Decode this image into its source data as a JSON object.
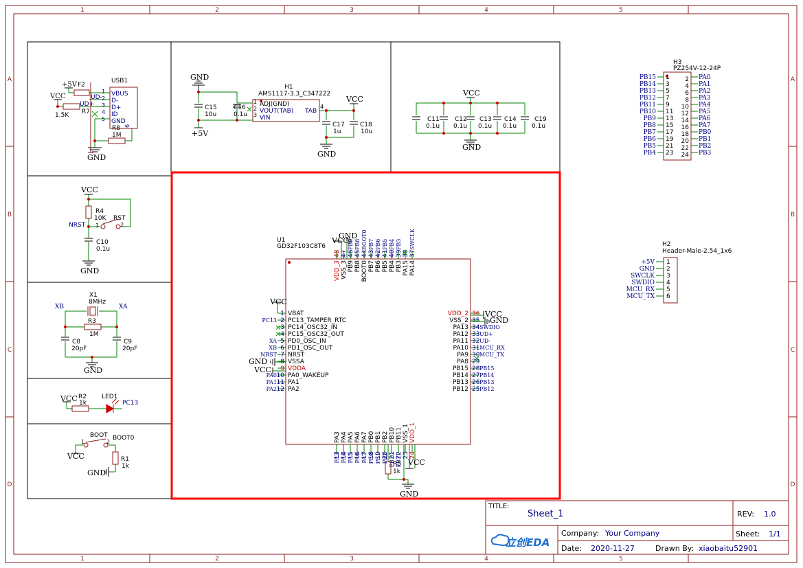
{
  "frame": {
    "col_labels": [
      "1",
      "2",
      "3",
      "4",
      "5"
    ],
    "row_labels": [
      "A",
      "B",
      "C",
      "D"
    ]
  },
  "usb": {
    "ref": "USB1",
    "fuse": "F2",
    "pwr": "+5V",
    "vcc": "VCC",
    "gnd": "GND",
    "pins": [
      "VBUS",
      "D-",
      "D+",
      "ID",
      "GND"
    ],
    "pin_nums": [
      "1",
      "2",
      "3",
      "4",
      "5",
      "6"
    ],
    "nets": [
      "UD-",
      "UD+"
    ],
    "r7": "R7",
    "r7_val": "1.5K",
    "r8": "R8",
    "r8_val": "1M"
  },
  "ldo": {
    "ref": "H1",
    "part": "AMS1117-3.3_C347222",
    "gnd": "GND",
    "pwr": "+5V",
    "vcc": "VCC",
    "pins": [
      "ADJ(GND)",
      "VOUT(TAB)",
      "VIN",
      "TAB"
    ],
    "pin_nums": [
      "1",
      "2",
      "3",
      "4"
    ],
    "c15": "C15",
    "c15_val": "10u",
    "c16": "C16",
    "c16_val": "0.1u",
    "c17": "C17",
    "c17_val": "1u",
    "c18": "C18",
    "c18_val": "10u"
  },
  "decoupling": {
    "vcc": "VCC",
    "gnd": "GND",
    "caps": [
      {
        "ref": "C11",
        "val": "0.1u"
      },
      {
        "ref": "C12",
        "val": "0.1u"
      },
      {
        "ref": "C13",
        "val": "0.1u"
      },
      {
        "ref": "C14",
        "val": "0.1u"
      },
      {
        "ref": "C19",
        "val": "0.1u"
      }
    ]
  },
  "h3": {
    "ref": "H3",
    "part": "PZ254V-12-24P",
    "left": [
      {
        "net": "PB15",
        "pin": "1"
      },
      {
        "net": "PB14",
        "pin": "3"
      },
      {
        "net": "PB13",
        "pin": "5"
      },
      {
        "net": "PB12",
        "pin": "7"
      },
      {
        "net": "PB11",
        "pin": "9"
      },
      {
        "net": "PB10",
        "pin": "11"
      },
      {
        "net": "PB9",
        "pin": "13"
      },
      {
        "net": "PB8",
        "pin": "15"
      },
      {
        "net": "PB7",
        "pin": "17"
      },
      {
        "net": "PB6",
        "pin": "19"
      },
      {
        "net": "PB5",
        "pin": "21"
      },
      {
        "net": "PB4",
        "pin": "23"
      }
    ],
    "right": [
      {
        "net": "PA0",
        "pin": "2"
      },
      {
        "net": "PA1",
        "pin": "4"
      },
      {
        "net": "PA2",
        "pin": "6"
      },
      {
        "net": "PA3",
        "pin": "8"
      },
      {
        "net": "PA4",
        "pin": "10"
      },
      {
        "net": "PA5",
        "pin": "12"
      },
      {
        "net": "PA6",
        "pin": "14"
      },
      {
        "net": "PA7",
        "pin": "16"
      },
      {
        "net": "PB0",
        "pin": "18"
      },
      {
        "net": "PB1",
        "pin": "20"
      },
      {
        "net": "PB2",
        "pin": "22"
      },
      {
        "net": "PB3",
        "pin": "24"
      }
    ]
  },
  "reset": {
    "vcc": "VCC",
    "gnd": "GND",
    "r4": "R4",
    "r4_val": "10K",
    "sw": "RST",
    "net": "NRST",
    "pin1": "1",
    "pin2": "2",
    "c10": "C10",
    "c10_val": "0.1u"
  },
  "osc": {
    "ref": "X1",
    "freq": "8MHz",
    "xb": "XB",
    "xa": "XA",
    "r3": "R3",
    "r3_val": "1M",
    "c8": "C8",
    "c8_val": "20pF",
    "c9": "C9",
    "c9_val": "20pF",
    "gnd": "GND"
  },
  "led": {
    "vcc": "VCC",
    "r2": "R2",
    "r2_val": "1k",
    "ref": "LED1",
    "net": "PC13"
  },
  "boot": {
    "sw": "BOOT",
    "net": "BOOT0",
    "pin1": "1",
    "pin2": "2",
    "vcc": "VCC",
    "r1": "R1",
    "r1_val": "1k",
    "gnd": "GND"
  },
  "mcu": {
    "ref": "U1",
    "part": "GD32F103C8T6",
    "vcc": "VCC",
    "gnd": "GND",
    "top": [
      {
        "num": "48",
        "name": "VDD_3",
        "red": true
      },
      {
        "num": "47",
        "name": "VSS_3",
        "red": false
      },
      {
        "num": "46",
        "name": "PB9",
        "red": false,
        "net": "PB9"
      },
      {
        "num": "45",
        "name": "PB8",
        "red": false,
        "net": "PB8"
      },
      {
        "num": "44",
        "name": "BOOT0",
        "red": false,
        "net": "BOOT0"
      },
      {
        "num": "43",
        "name": "PB7",
        "red": false,
        "net": "PB7"
      },
      {
        "num": "42",
        "name": "PB6",
        "red": false,
        "net": "PB6"
      },
      {
        "num": "41",
        "name": "PB5",
        "red": false,
        "net": "PB5"
      },
      {
        "num": "40",
        "name": "PB4",
        "red": false,
        "net": "PB4"
      },
      {
        "num": "39",
        "name": "PB3",
        "red": false,
        "net": "PB3"
      },
      {
        "num": "38",
        "name": "PA15",
        "red": false,
        "net": ""
      },
      {
        "num": "37",
        "name": "PA14",
        "red": false,
        "net": "SWCLK"
      }
    ],
    "left": [
      {
        "num": "1",
        "name": "VBAT",
        "red": false,
        "net": "VCC"
      },
      {
        "num": "2",
        "name": "PC13_TAMPER_RTC",
        "red": false,
        "net": "PC13"
      },
      {
        "num": "3",
        "name": "PC14_OSC32_IN",
        "red": false,
        "net": ""
      },
      {
        "num": "4",
        "name": "PC15_OSC32_OUT",
        "red": false,
        "net": ""
      },
      {
        "num": "5",
        "name": "PD0_OSC_IN",
        "red": false,
        "net": "XA"
      },
      {
        "num": "6",
        "name": "PD1_OSC_OUT",
        "red": false,
        "net": "XB"
      },
      {
        "num": "7",
        "name": "NRST",
        "red": false,
        "net": "NRST"
      },
      {
        "num": "8",
        "name": "VSSA",
        "red": false,
        "net": "GND"
      },
      {
        "num": "9",
        "name": "VDDA",
        "red": true,
        "net": "VCC"
      },
      {
        "num": "10",
        "name": "PA0_WAKEUP",
        "red": false,
        "net": "PA0"
      },
      {
        "num": "11",
        "name": "PA1",
        "red": false,
        "net": "PA1"
      },
      {
        "num": "12",
        "name": "PA2",
        "red": false,
        "net": "PA2"
      }
    ],
    "right": [
      {
        "num": "36",
        "name": "VDD_2",
        "red": true,
        "net": "VCC"
      },
      {
        "num": "35",
        "name": "VSS_2",
        "red": false,
        "net": "GND"
      },
      {
        "num": "34",
        "name": "PA13",
        "red": false,
        "net": "SWDIO"
      },
      {
        "num": "33",
        "name": "PA12",
        "red": false,
        "net": "UD+"
      },
      {
        "num": "32",
        "name": "PA11",
        "red": false,
        "net": "UD-"
      },
      {
        "num": "31",
        "name": "PA10",
        "red": false,
        "net": "MCU_RX"
      },
      {
        "num": "30",
        "name": "PA9",
        "red": false,
        "net": "MCU_TX"
      },
      {
        "num": "29",
        "name": "PA8",
        "red": false,
        "net": ""
      },
      {
        "num": "28",
        "name": "PB15",
        "red": false,
        "net": "PB15"
      },
      {
        "num": "27",
        "name": "PB14",
        "red": false,
        "net": "PB14"
      },
      {
        "num": "26",
        "name": "PB13",
        "red": false,
        "net": "PB13"
      },
      {
        "num": "25",
        "name": "PB12",
        "red": false,
        "net": "PB12"
      }
    ],
    "bottom": [
      {
        "num": "13",
        "name": "PA3",
        "red": false,
        "net": "PA3"
      },
      {
        "num": "14",
        "name": "PA4",
        "red": false,
        "net": "PA4"
      },
      {
        "num": "15",
        "name": "PA5",
        "red": false,
        "net": "PA5"
      },
      {
        "num": "16",
        "name": "PA6",
        "red": false,
        "net": "PA6"
      },
      {
        "num": "17",
        "name": "PA7",
        "red": false,
        "net": "PA7"
      },
      {
        "num": "18",
        "name": "PB0",
        "red": false,
        "net": "PB0"
      },
      {
        "num": "19",
        "name": "PB1",
        "red": false,
        "net": "PB1"
      },
      {
        "num": "20",
        "name": "PB2",
        "red": false,
        "net": "PB2"
      },
      {
        "num": "21",
        "name": "PB10",
        "red": false,
        "net": "PB10"
      },
      {
        "num": "22",
        "name": "PB11",
        "red": false,
        "net": "PB11"
      },
      {
        "num": "23",
        "name": "VSS_1",
        "red": false,
        "net": ""
      },
      {
        "num": "24",
        "name": "VDD_1",
        "red": true,
        "net": ""
      }
    ],
    "r5": "R5",
    "r5_val": "1k",
    "bottom_vcc": "VCC",
    "bottom_gnd": "GND"
  },
  "h2": {
    "ref": "H2",
    "part": "Header-Male-2.54_1x6",
    "pins": [
      {
        "num": "1",
        "net": "+5V"
      },
      {
        "num": "2",
        "net": "GND"
      },
      {
        "num": "3",
        "net": "SWCLK"
      },
      {
        "num": "4",
        "net": "SWDIO"
      },
      {
        "num": "5",
        "net": "MCU_RX"
      },
      {
        "num": "6",
        "net": "MCU_TX"
      }
    ]
  },
  "titleblock": {
    "title_label": "TITLE:",
    "title": "Sheet_1",
    "rev_label": "REV:",
    "rev": "1.0",
    "company_label": "Company:",
    "company": "Your Company",
    "sheet_label": "Sheet:",
    "sheet": "1/1",
    "date_label": "Date:",
    "date": "2020-11-27",
    "drawn_label": "Drawn By:",
    "drawn": "xiaobaitu52901",
    "logo": "立创EDA"
  },
  "colors": {
    "wire": "#008000",
    "frame": "#8b1a1a",
    "net_label": "#000080",
    "power_pin": "#cc0000",
    "highlight": "#ff0000"
  }
}
